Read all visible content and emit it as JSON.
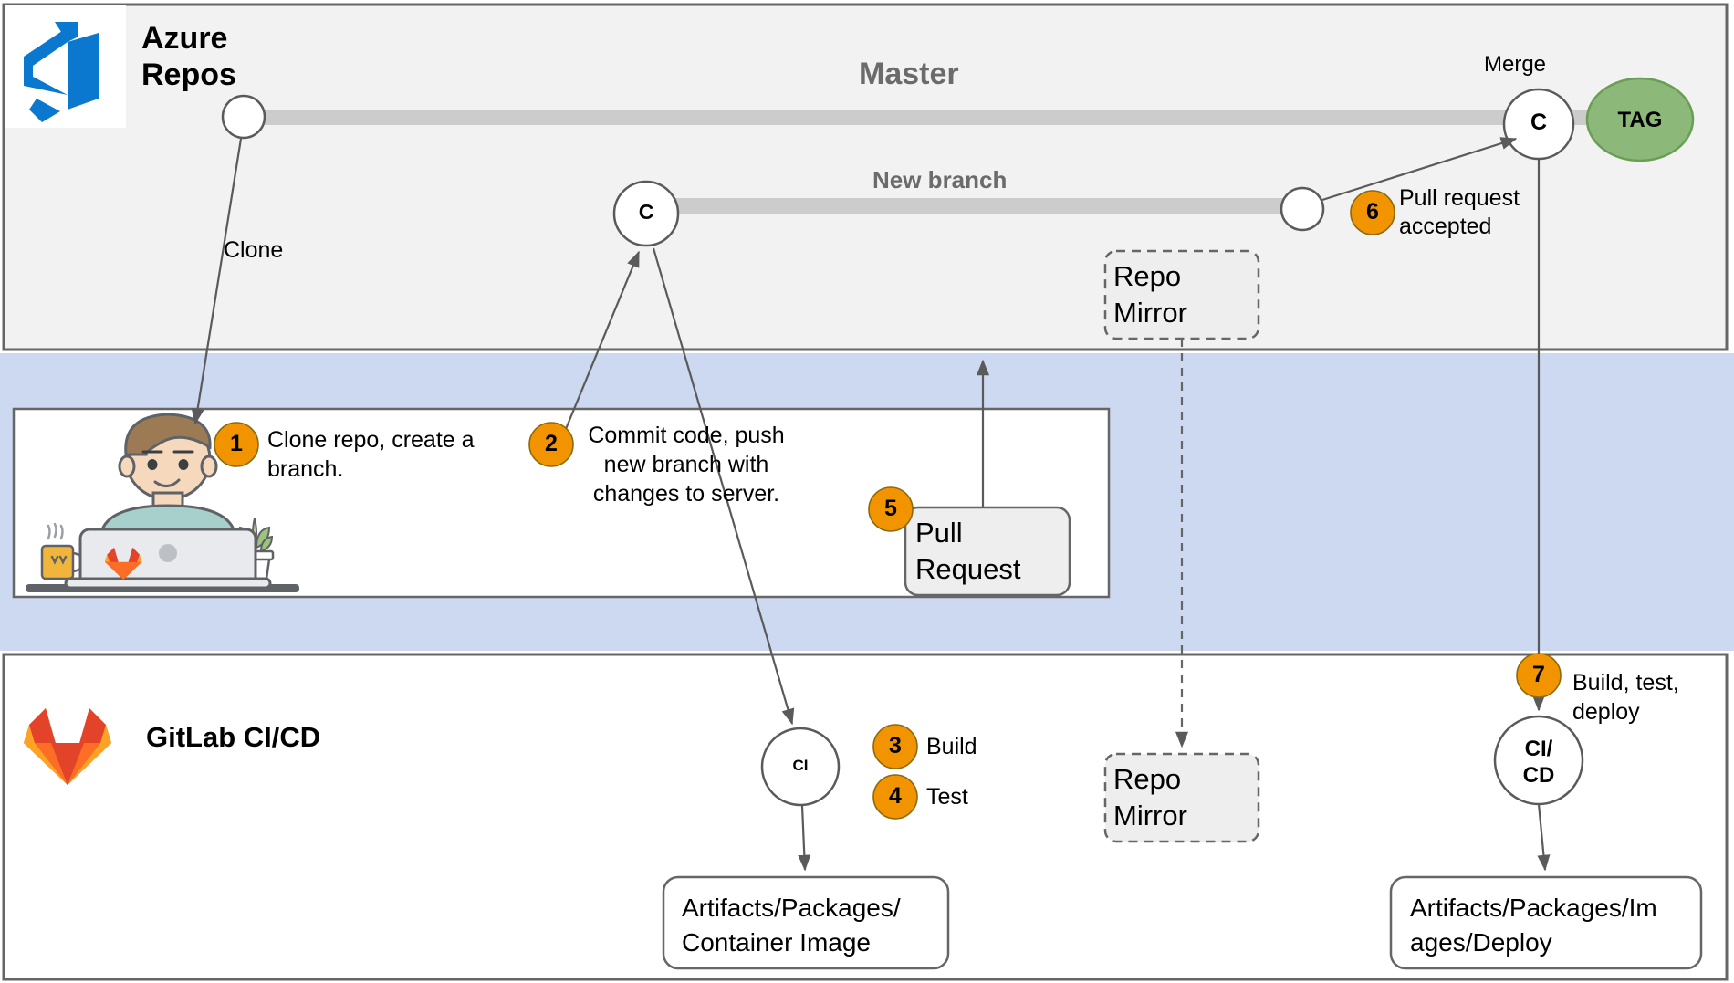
{
  "diagram": {
    "title": "Azure Repos + GitLab CI/CD workflow",
    "colors": {
      "panel_bg": "#f2f2f2",
      "panel_border": "#666666",
      "band_blue": "#ccd9f0",
      "branch_line": "#cccccc",
      "accent_orange": "#f29400",
      "tag_green": "#82b366_fill",
      "tag_green_fill": "#8cb87a",
      "azure_blue": "#0b78d0",
      "gitlab_orange": "#e24329",
      "arrow_gray": "#5a5a5a",
      "label_gray": "#6b6b6b",
      "box_fill": "#eeeeee"
    },
    "panels": {
      "azure": {
        "label": "Azure\nRepos",
        "label_line1": "Azure",
        "label_line2": "Repos",
        "logo_icon": "azure-repos-icon"
      },
      "developer": {
        "illustration_icon": "developer-at-laptop-icon",
        "laptop_badge_icon": "gitlab-fox-icon",
        "coffee_icon": "coffee-mug-icon",
        "plant_icon": "potted-plant-icon"
      },
      "gitlab": {
        "label": "GitLab CI/CD",
        "logo_icon": "gitlab-tanuki-icon"
      }
    },
    "branches": {
      "master_label": "Master",
      "new_branch_label": "New branch"
    },
    "nodes": {
      "master_start": {
        "label": "",
        "name": "master-start-commit"
      },
      "branch_commit": {
        "label": "C",
        "name": "new-branch-commit"
      },
      "branch_head": {
        "label": "",
        "name": "new-branch-head-commit"
      },
      "merge_commit": {
        "label": "C",
        "name": "merge-commit"
      },
      "merge_caption": "Merge",
      "tag": {
        "label": "TAG",
        "name": "tag-node"
      },
      "ci": {
        "label": "CI",
        "name": "ci-node"
      },
      "cicd": {
        "label_line1": "CI/",
        "label_line2": "CD",
        "name": "cicd-node"
      }
    },
    "edge_labels": {
      "clone": "Clone"
    },
    "steps": [
      {
        "num": "1",
        "text": "Clone repo, create a\nbranch.",
        "lines": [
          "Clone repo, create a",
          "branch."
        ]
      },
      {
        "num": "2",
        "text": "Commit code, push\nnew branch with\nchanges to server.",
        "lines": [
          "Commit code, push",
          "new branch with",
          "changes to server."
        ]
      },
      {
        "num": "3",
        "text": "Build",
        "lines": [
          "Build"
        ]
      },
      {
        "num": "4",
        "text": "Test",
        "lines": [
          "Test"
        ]
      },
      {
        "num": "5",
        "text": "",
        "lines": []
      },
      {
        "num": "6",
        "text": "Pull request\naccepted",
        "lines": [
          "Pull request",
          "accepted"
        ]
      },
      {
        "num": "7",
        "text": "Build, test,\ndeploy",
        "lines": [
          "Build, test,",
          "deploy"
        ]
      }
    ],
    "boxes": {
      "pull_request": {
        "line1": "Pull",
        "line2": "Request",
        "name": "pull-request-box"
      },
      "repo_mirror_top": {
        "line1": "Repo",
        "line2": "Mirror",
        "name": "repo-mirror-top-box"
      },
      "repo_mirror_bottom": {
        "line1": "Repo",
        "line2": "Mirror",
        "name": "repo-mirror-bottom-box"
      },
      "artifacts_ci": {
        "line1": "Artifacts/Packages/",
        "line2": "Container Image",
        "name": "artifacts-container-image-box"
      },
      "artifacts_cd": {
        "line1": "Artifacts/Packages/Im",
        "line2": "ages/Deploy",
        "name": "artifacts-images-deploy-box"
      }
    }
  }
}
